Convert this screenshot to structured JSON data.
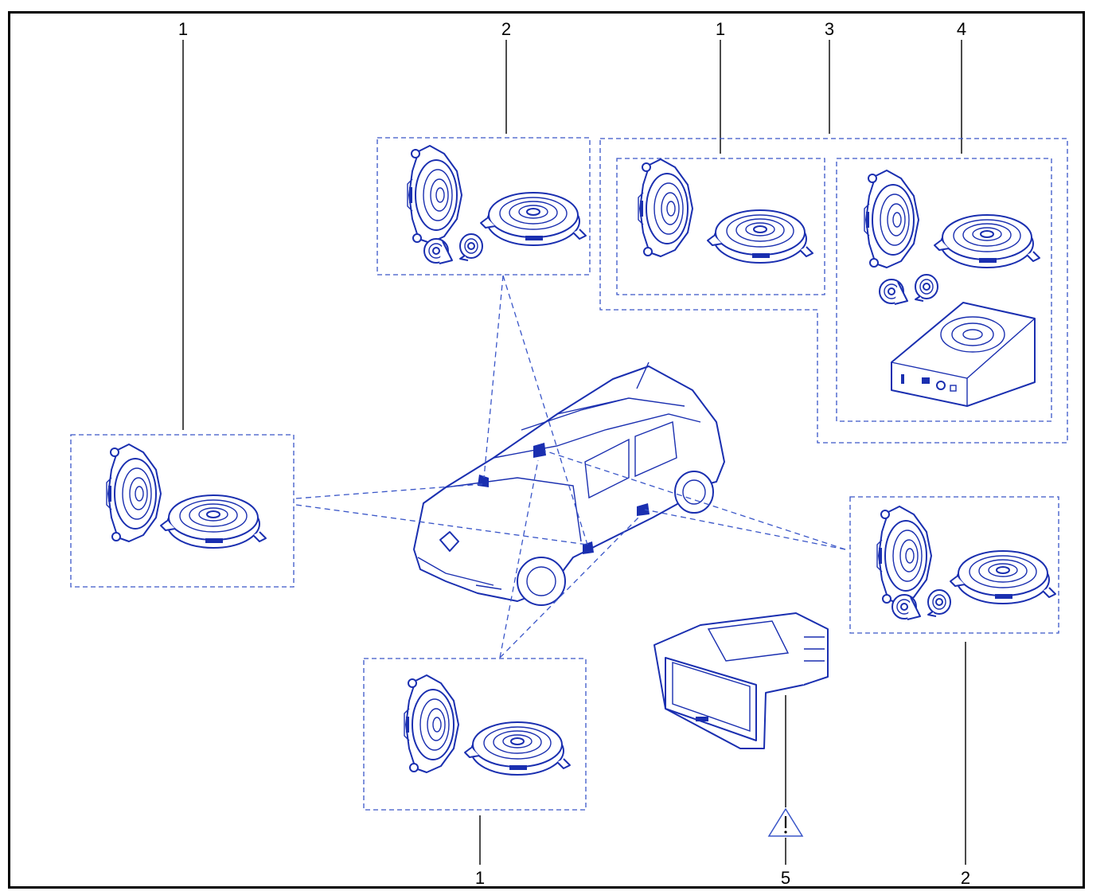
{
  "callouts": {
    "left_speakers": "1",
    "top_tweeter_set": "2",
    "top_speakers": "1",
    "group_3": "3",
    "group_4": "4",
    "right_tweeter_set": "2",
    "bottom_speakers": "1",
    "radio_unit": "5",
    "right_bottom": "2"
  },
  "warning_icon": "warning-triangle-icon",
  "colors": {
    "ink": "#1a2fb0",
    "dashed_box": "#3a56c8",
    "leader": "#000000"
  }
}
